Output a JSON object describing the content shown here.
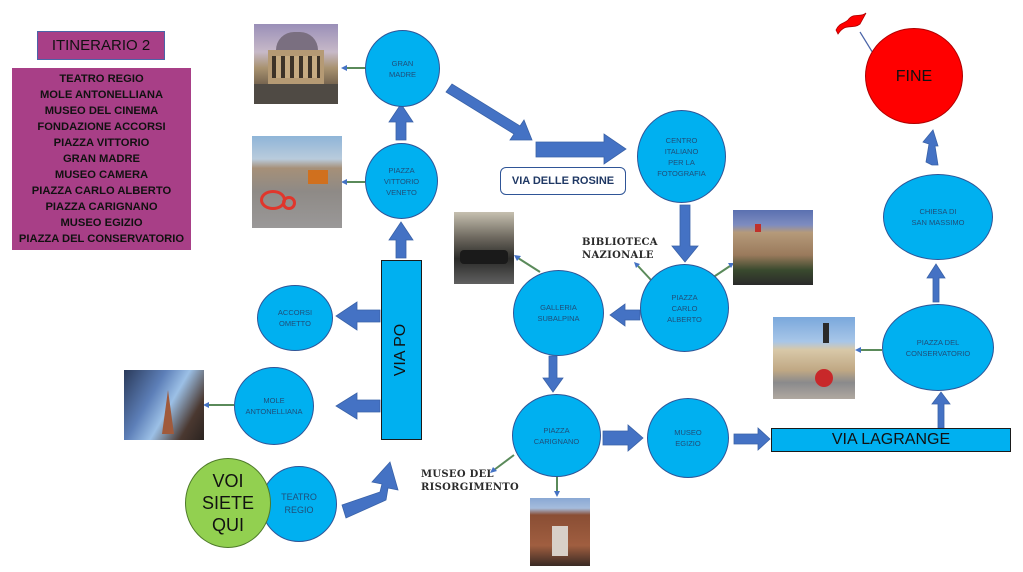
{
  "title": "ITINERARIO 2",
  "itinerary_list": [
    "TEATRO REGIO",
    "MOLE ANTONELLIANA",
    "MUSEO DEL CINEMA",
    "FONDAZIONE ACCORSI",
    "PIAZZA VITTORIO",
    "GRAN MADRE",
    "MUSEO CAMERA",
    "PIAZZA CARLO ALBERTO",
    "PIAZZA CARIGNANO",
    "MUSEO EGIZIO",
    "PIAZZA DEL CONSERVATORIO"
  ],
  "start": {
    "line1": "VOI",
    "line2": "SIETE",
    "line3": "QUI"
  },
  "end": {
    "label": "FINE"
  },
  "nodes": {
    "teatro_regio": [
      "TEATRO",
      "REGIO"
    ],
    "mole": [
      "MOLE",
      "ANTONELLIANA"
    ],
    "accorsi": [
      "ACCORSI",
      "OMETTO"
    ],
    "piazza_vittorio": [
      "PIAZZA",
      "VITTORIO",
      "VENETO"
    ],
    "gran_madre": [
      "GRAN",
      "MADRE"
    ],
    "camera": [
      "CENTRO",
      "ITALIANO",
      "PER LA",
      "FOTOGRAFIA"
    ],
    "carlo_alberto": [
      "PIAZZA",
      "CARLO",
      "ALBERTO"
    ],
    "galleria": [
      "GALLERIA",
      "SUBALPINA"
    ],
    "carignano": [
      "PIAZZA",
      "CARIGNANO"
    ],
    "egizio": [
      "MUSEO",
      "EGIZIO"
    ],
    "conservatorio": [
      "PIAZZA DEL",
      "CONSERVATORIO"
    ],
    "san_massimo": [
      "CHIESA DI",
      "SAN MASSIMO"
    ]
  },
  "streets": {
    "via_po": "VIA PO",
    "via_lagrange": "VIA LAGRANGE",
    "via_delle_rosine": "VIA DELLE ROSINE"
  },
  "labels": {
    "biblioteca": [
      "BIBLIOTECA",
      "NAZIONALE"
    ],
    "risorgimento": [
      "MUSEO DEL",
      "RISORGIMENTO"
    ]
  },
  "photos": {
    "gran_madre": "Gran Madre church photo",
    "piazza_vittorio": "Piazza Vittorio Veneto photo",
    "mole": "Mole Antonelliana photo",
    "galleria": "Galleria Subalpina photo",
    "carlo_alberto": "Piazza Carlo Alberto photo",
    "carignano": "Palazzo Carignano photo",
    "conservatorio": "Piazza del Conservatorio photo"
  },
  "colors": {
    "node_fill": "#00b0f0",
    "arrow": "#4472c4",
    "list_bg": "#a83f87",
    "start": "#92d050",
    "end": "#ff0000"
  }
}
